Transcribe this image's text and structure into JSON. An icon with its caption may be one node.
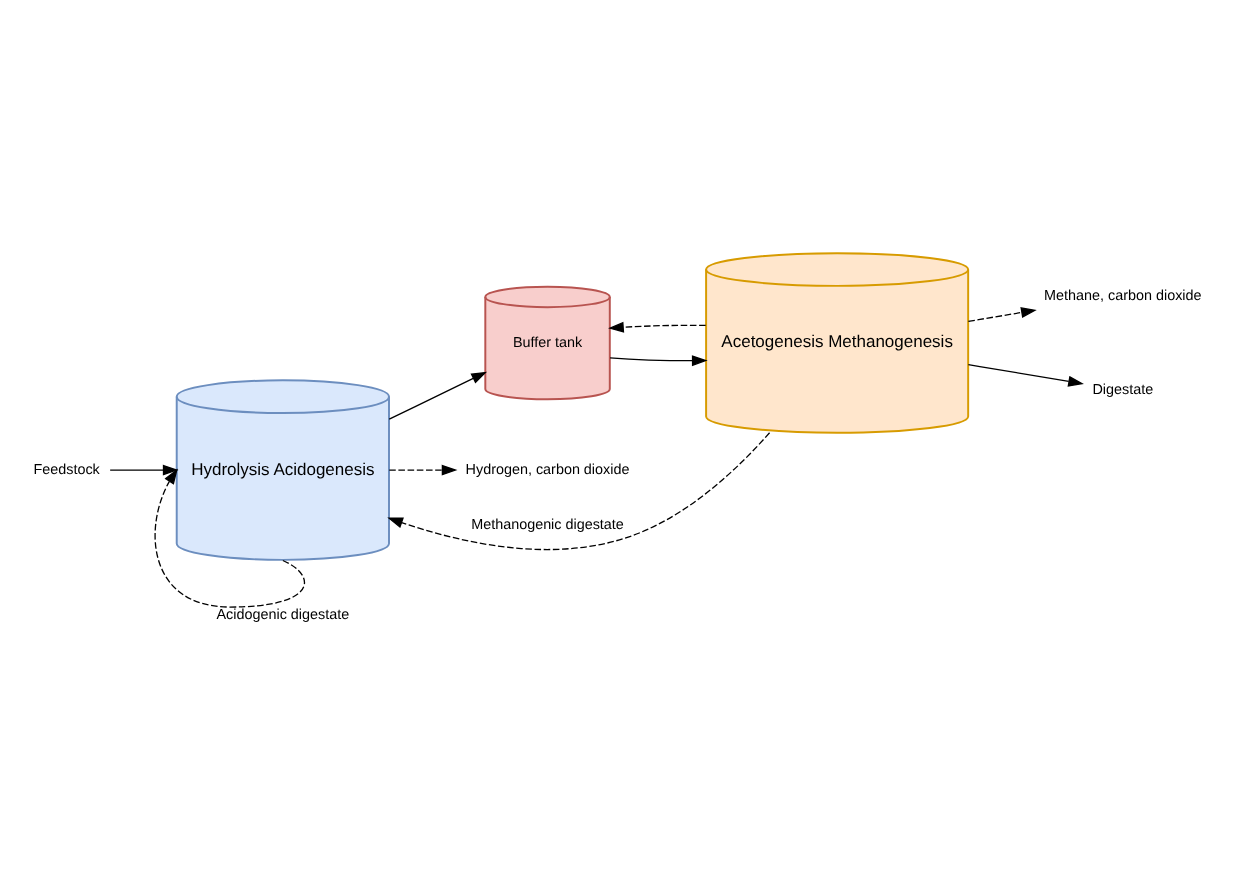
{
  "diagram": {
    "nodes": [
      {
        "text": [
          "Hydrolysis Acidogenesis"
        ]
      },
      {
        "text": [
          "Acetogenesis Methanogenesis"
        ]
      },
      {
        "text": [
          "Buffer tank"
        ]
      },
      {
        "text": [
          "Feedstock"
        ]
      },
      {
        "text": [
          "Hydrogen, carbon dioxide"
        ]
      },
      {
        "text": [
          "Methane, carbon dioxide"
        ]
      },
      {
        "text": [
          "Digestate"
        ]
      }
    ],
    "edges": [
      {
        "from": 3,
        "to": 0,
        "arrow": "to"
      },
      {
        "from": 0,
        "to": 4,
        "arrow": "to",
        "style": "dashed"
      },
      {
        "from": 1,
        "to": 5,
        "arrow": "to",
        "style": "dashed"
      },
      {
        "from": 1,
        "to": 6,
        "arrow": "to"
      },
      {
        "from": 0,
        "to": 2,
        "arrow": "to"
      },
      {
        "from": 2,
        "to": 1,
        "arrow": "to"
      },
      {
        "from": 0,
        "to": 0,
        "arrow": "to",
        "style": "dashed",
        "label": "Acidogenic digestate"
      },
      {
        "from": 1,
        "to": 0,
        "arrow": "to",
        "style": "dashed",
        "label": "Methanogenic digestate"
      },
      {
        "from": 1,
        "to": 2,
        "arrow": "to",
        "style": "dashed"
      }
    ]
  }
}
